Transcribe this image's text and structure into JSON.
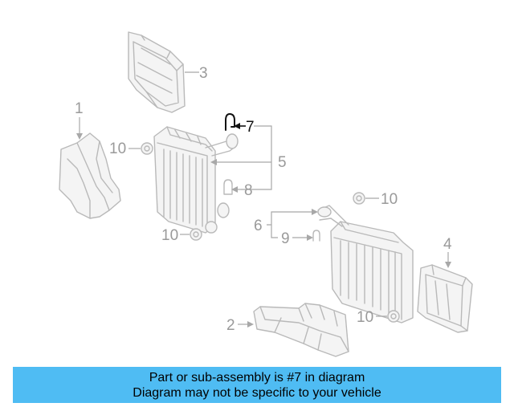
{
  "callouts": {
    "c1": "1",
    "c2": "2",
    "c3": "3",
    "c4": "4",
    "c5": "5",
    "c6": "6",
    "c7": "7",
    "c8": "8",
    "c9": "9",
    "c10a": "10",
    "c10b": "10",
    "c10c": "10",
    "c10d": "10"
  },
  "highlighted_part": "7",
  "colors": {
    "banner_bg": "#4fbcf3",
    "part_stroke": "#b9b9b9",
    "highlight": "#111111"
  },
  "banner": {
    "line1": "Part or sub-assembly is #7 in diagram",
    "line2": "Diagram may not be specific to your vehicle"
  }
}
